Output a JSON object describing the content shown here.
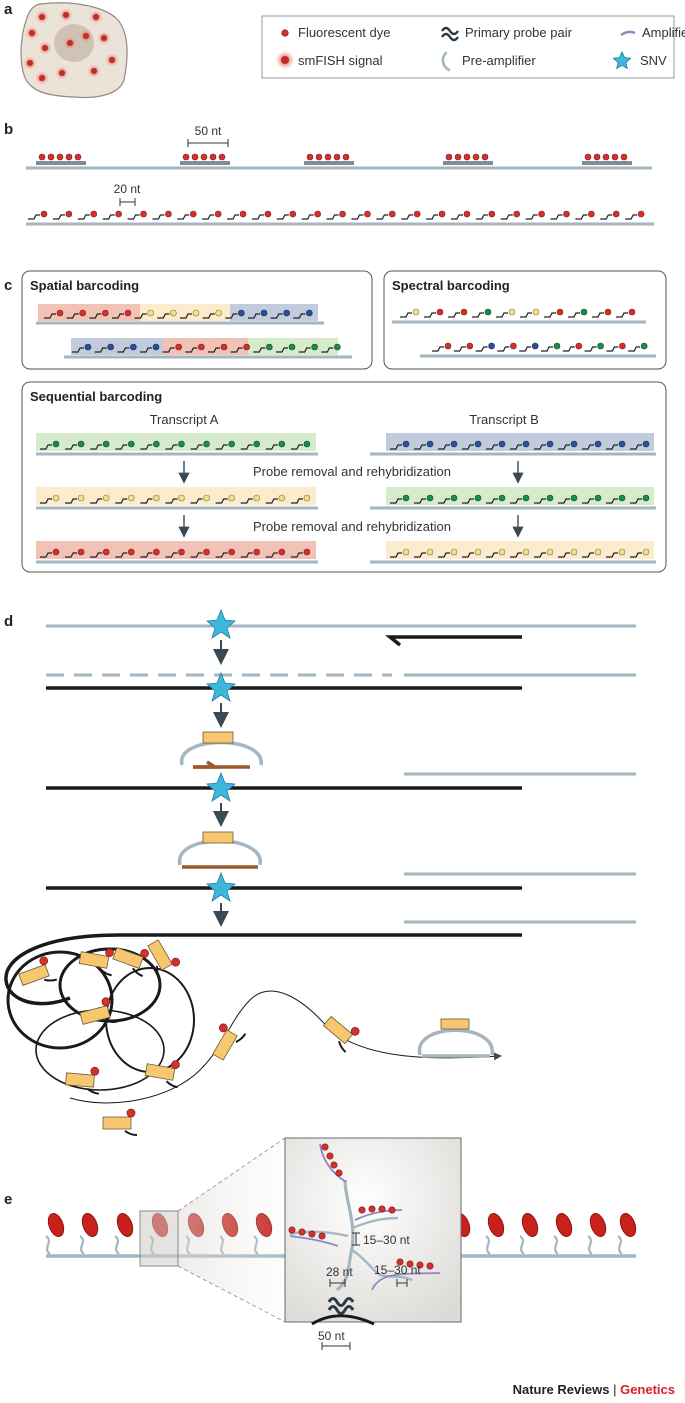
{
  "panels": {
    "a": "a",
    "b": "b",
    "c": "c",
    "d": "d",
    "e": "e"
  },
  "legend": {
    "fluorescent_dye": "Fluorescent dye",
    "primary_probe_pair": "Primary probe pair",
    "amplifier": "Amplifier",
    "smfish_signal": "smFISH signal",
    "pre_amplifier": "Pre-amplifier",
    "snv": "SNV"
  },
  "panel_b": {
    "scale_50": "50 nt",
    "scale_20": "20 nt"
  },
  "panel_c": {
    "spatial": "Spatial barcoding",
    "spectral": "Spectral barcoding",
    "sequential": "Sequential barcoding",
    "transcript_a": "Transcript A",
    "transcript_b": "Transcript B",
    "step1": "Probe removal and rehybridization",
    "step2": "Probe removal and rehybridization"
  },
  "panel_e": {
    "l1": "15–30 nt",
    "l2": "28 nt",
    "l3": "15–30 nt",
    "l4": "50 nt"
  },
  "credit": {
    "journal": "Nature Reviews",
    "separator": "|",
    "subject": "Genetics"
  },
  "colors": {
    "dye": "#d4302c",
    "rna": "#a4b6c2",
    "dna": "#1a1a1a",
    "snv": "#3fb6dc",
    "red_band": "#f2c2b6",
    "yellow_band": "#fbeccd",
    "blue_band": "#c2cbdb",
    "green_band": "#d5ebcb",
    "padlock": "#f6c76f",
    "amplifier": "#8f86c2",
    "credit": "#d3202a"
  }
}
